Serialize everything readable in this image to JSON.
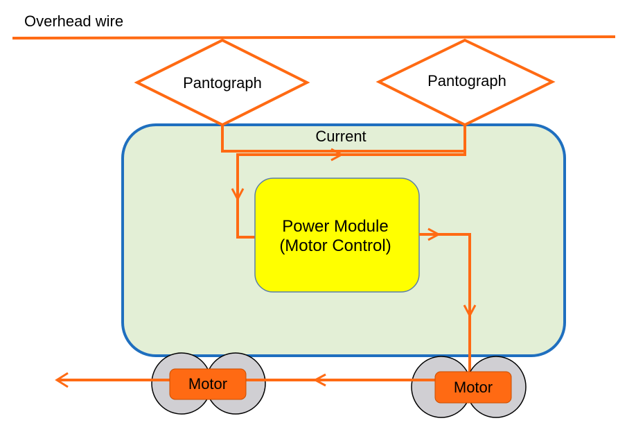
{
  "labels": {
    "overhead_wire": "Overhead wire",
    "pantograph_left": "Pantograph",
    "pantograph_right": "Pantograph",
    "current": "Current",
    "power_module_line1": "Power Module",
    "power_module_line2": "(Motor Control)",
    "motor_left": "Motor",
    "motor_right": "Motor"
  },
  "colors": {
    "wire": "#ff6a13",
    "car_border": "#1f6fbf",
    "car_fill": "#e3efd6",
    "module_fill": "#ffff00",
    "module_border": "#5b7fa8",
    "motor_fill": "#ff6a13",
    "wheel_fill": "#d0cfd3"
  }
}
